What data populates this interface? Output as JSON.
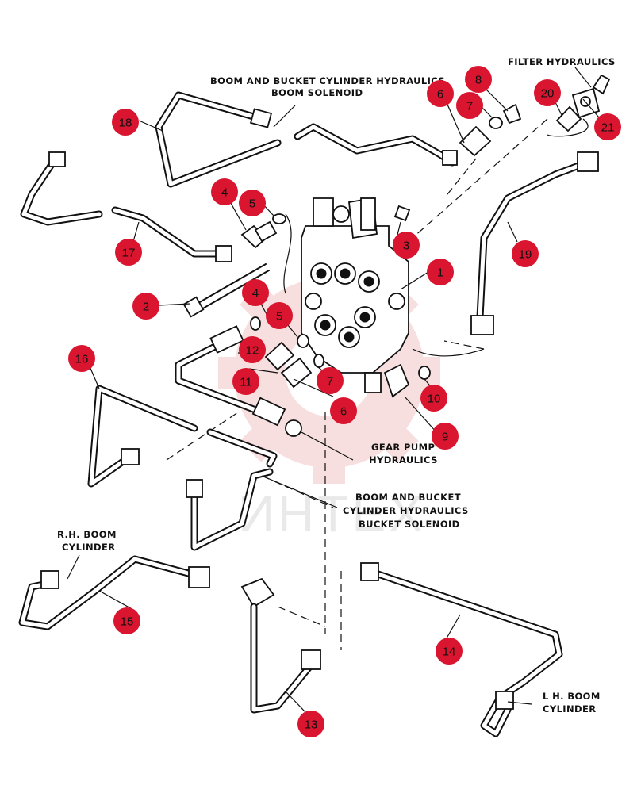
{
  "labels": {
    "boom_bucket_boom_solenoid_1": "BOOM AND BUCKET CYLINDER HYDRAULICS",
    "boom_bucket_boom_solenoid_2": "BOOM SOLENOID",
    "filter_hydraulics": "FILTER HYDRAULICS",
    "gear_pump_1": "GEAR PUMP",
    "gear_pump_2": "HYDRAULICS",
    "bucket_solenoid_1": "BOOM AND BUCKET",
    "bucket_solenoid_2": "CYLINDER HYDRAULICS",
    "bucket_solenoid_3": "BUCKET SOLENOID",
    "rh_boom_1": "R.H. BOOM",
    "rh_boom_2": "CYLINDER",
    "lh_boom_1": "L H. BOOM",
    "lh_boom_2": "CYLINDER"
  },
  "watermark": "ИНТЕХ",
  "colors": {
    "callout": "#d9152f",
    "watermark": "#f3c6c6"
  },
  "callouts": [
    {
      "id": "c1",
      "text": "1"
    },
    {
      "id": "c2",
      "text": "2"
    },
    {
      "id": "c3",
      "text": "3"
    },
    {
      "id": "c4a",
      "text": "4"
    },
    {
      "id": "c5a",
      "text": "5"
    },
    {
      "id": "c4b",
      "text": "4"
    },
    {
      "id": "c5b",
      "text": "5"
    },
    {
      "id": "c6a",
      "text": "6"
    },
    {
      "id": "c7a",
      "text": "7"
    },
    {
      "id": "c8",
      "text": "8"
    },
    {
      "id": "c20",
      "text": "20"
    },
    {
      "id": "c21",
      "text": "21"
    },
    {
      "id": "c18",
      "text": "18"
    },
    {
      "id": "c17",
      "text": "17"
    },
    {
      "id": "c19",
      "text": "19"
    },
    {
      "id": "c16",
      "text": "16"
    },
    {
      "id": "c12",
      "text": "12"
    },
    {
      "id": "c11",
      "text": "11"
    },
    {
      "id": "c7b",
      "text": "7"
    },
    {
      "id": "c6b",
      "text": "6"
    },
    {
      "id": "c10",
      "text": "10"
    },
    {
      "id": "c9",
      "text": "9"
    },
    {
      "id": "c15",
      "text": "15"
    },
    {
      "id": "c14",
      "text": "14"
    },
    {
      "id": "c13",
      "text": "13"
    }
  ]
}
